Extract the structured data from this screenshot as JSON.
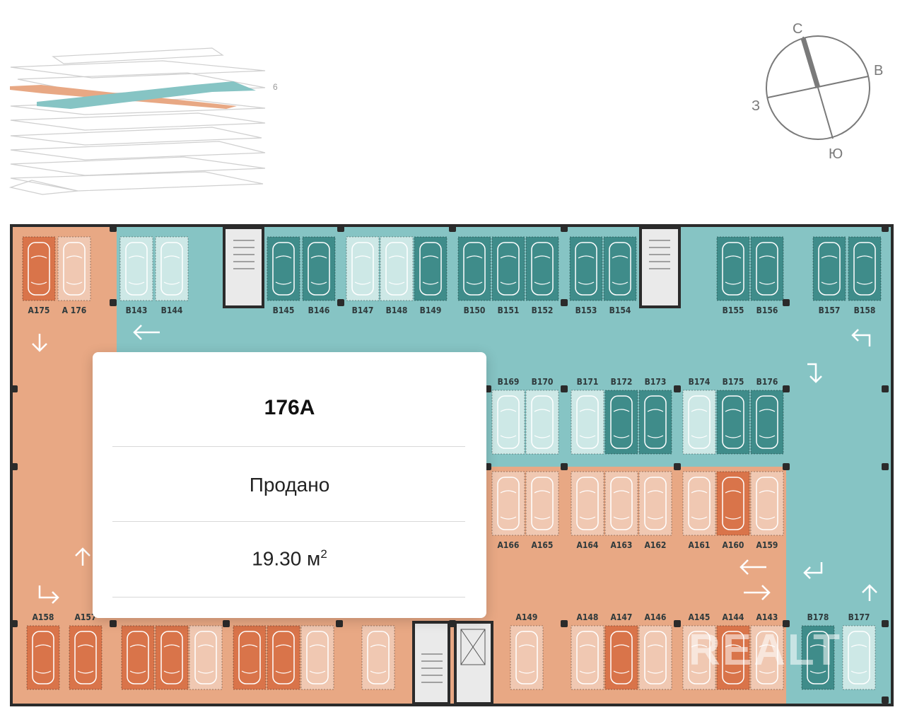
{
  "floor_indicator": {
    "label": "6"
  },
  "compass": {
    "north": "С",
    "east": "В",
    "south": "Ю",
    "west": "З"
  },
  "colors": {
    "zone_a": "#e8a884",
    "zone_b": "#86c4c4",
    "spot_a_sold": "#f0c8b2",
    "spot_a_available": "#d9744a",
    "spot_b_sold": "#cde8e6",
    "spot_b_available": "#3f8c8a",
    "wall": "#2b2b2b"
  },
  "spots": [
    {
      "id": "A175",
      "label": "A175",
      "zone": "A",
      "status": "available"
    },
    {
      "id": "A176",
      "label": "A 176",
      "zone": "A",
      "status": "sold"
    },
    {
      "id": "B143",
      "label": "B143",
      "zone": "B",
      "status": "sold"
    },
    {
      "id": "B144",
      "label": "B144",
      "zone": "B",
      "status": "sold"
    },
    {
      "id": "B145",
      "label": "B145",
      "zone": "B",
      "status": "available"
    },
    {
      "id": "B146",
      "label": "B146",
      "zone": "B",
      "status": "available"
    },
    {
      "id": "B147",
      "label": "B147",
      "zone": "B",
      "status": "sold"
    },
    {
      "id": "B148",
      "label": "B148",
      "zone": "B",
      "status": "sold"
    },
    {
      "id": "B149",
      "label": "B149",
      "zone": "B",
      "status": "available"
    },
    {
      "id": "B150",
      "label": "B150",
      "zone": "B",
      "status": "available"
    },
    {
      "id": "B151",
      "label": "B151",
      "zone": "B",
      "status": "available"
    },
    {
      "id": "B152",
      "label": "B152",
      "zone": "B",
      "status": "available"
    },
    {
      "id": "B153",
      "label": "B153",
      "zone": "B",
      "status": "available"
    },
    {
      "id": "B154",
      "label": "B154",
      "zone": "B",
      "status": "available"
    },
    {
      "id": "B155",
      "label": "B155",
      "zone": "B",
      "status": "available"
    },
    {
      "id": "B156",
      "label": "B156",
      "zone": "B",
      "status": "available"
    },
    {
      "id": "B157",
      "label": "B157",
      "zone": "B",
      "status": "available"
    },
    {
      "id": "B158",
      "label": "B158",
      "zone": "B",
      "status": "available"
    },
    {
      "id": "B169",
      "label": "B169",
      "zone": "B",
      "status": "sold"
    },
    {
      "id": "B170",
      "label": "B170",
      "zone": "B",
      "status": "sold"
    },
    {
      "id": "B171",
      "label": "B171",
      "zone": "B",
      "status": "sold"
    },
    {
      "id": "B172",
      "label": "B172",
      "zone": "B",
      "status": "available"
    },
    {
      "id": "B173",
      "label": "B173",
      "zone": "B",
      "status": "available"
    },
    {
      "id": "B174",
      "label": "B174",
      "zone": "B",
      "status": "sold"
    },
    {
      "id": "B175",
      "label": "B175",
      "zone": "B",
      "status": "available"
    },
    {
      "id": "B176",
      "label": "B176",
      "zone": "B",
      "status": "available"
    },
    {
      "id": "A166",
      "label": "A166",
      "zone": "A",
      "status": "sold"
    },
    {
      "id": "A165",
      "label": "A165",
      "zone": "A",
      "status": "sold"
    },
    {
      "id": "A164",
      "label": "A164",
      "zone": "A",
      "status": "sold"
    },
    {
      "id": "A163",
      "label": "A163",
      "zone": "A",
      "status": "sold"
    },
    {
      "id": "A162",
      "label": "A162",
      "zone": "A",
      "status": "sold"
    },
    {
      "id": "A161",
      "label": "A161",
      "zone": "A",
      "status": "sold"
    },
    {
      "id": "A160",
      "label": "A160",
      "zone": "A",
      "status": "available"
    },
    {
      "id": "A159",
      "label": "A159",
      "zone": "A",
      "status": "sold"
    },
    {
      "id": "A158",
      "label": "A158",
      "zone": "A",
      "status": "available"
    },
    {
      "id": "A157",
      "label": "A157",
      "zone": "A",
      "status": "available"
    },
    {
      "id": "A149",
      "label": "A149",
      "zone": "A",
      "status": "sold"
    },
    {
      "id": "A148",
      "label": "A148",
      "zone": "A",
      "status": "sold"
    },
    {
      "id": "A147",
      "label": "A147",
      "zone": "A",
      "status": "available"
    },
    {
      "id": "A146",
      "label": "A146",
      "zone": "A",
      "status": "sold"
    },
    {
      "id": "A145",
      "label": "A145",
      "zone": "A",
      "status": "sold"
    },
    {
      "id": "A144",
      "label": "A144",
      "zone": "A",
      "status": "available"
    },
    {
      "id": "A143",
      "label": "A143",
      "zone": "A",
      "status": "sold"
    },
    {
      "id": "B178",
      "label": "B178",
      "zone": "B",
      "status": "available"
    },
    {
      "id": "B177",
      "label": "B177",
      "zone": "B",
      "status": "sold"
    }
  ],
  "unlabeled_spots_status": [
    "available",
    "available",
    "sold",
    "available",
    "available",
    "sold",
    "sold"
  ],
  "popup": {
    "title": "176A",
    "status": "Продано",
    "area_value": "19.30 м",
    "area_unit_power": "2"
  },
  "watermark": "REALT"
}
